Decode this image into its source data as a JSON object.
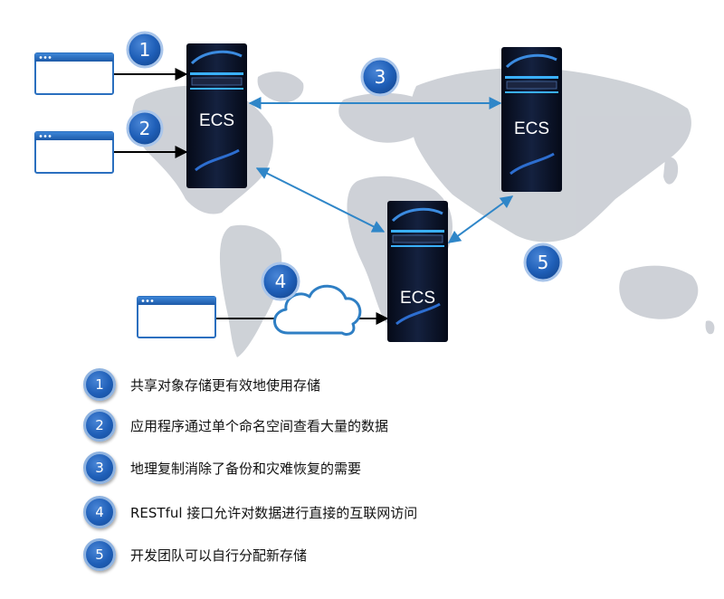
{
  "diagram": {
    "server_label": "ECS",
    "step_numbers": [
      "1",
      "2",
      "3",
      "4",
      "5"
    ],
    "colors": {
      "badge": "#1f5fb8",
      "badge_border": "#8fb3e0",
      "arrow": "#2f86c8",
      "cloud_stroke": "#2f7fc4",
      "window_stroke": "#2a6fbf",
      "server_body": "#0a1228",
      "map": "#c8ccd2"
    }
  },
  "legend": [
    {
      "num": "1",
      "text": "共享对象存储更有效地使用存储"
    },
    {
      "num": "2",
      "text": "应用程序通过单个命名空间查看大量的数据"
    },
    {
      "num": "3",
      "text": "地理复制消除了备份和灾难恢复的需要"
    },
    {
      "num": "4",
      "text": "RESTful 接口允许对数据进行直接的互联网访问"
    },
    {
      "num": "5",
      "text": "开发团队可以自行分配新存储"
    }
  ]
}
